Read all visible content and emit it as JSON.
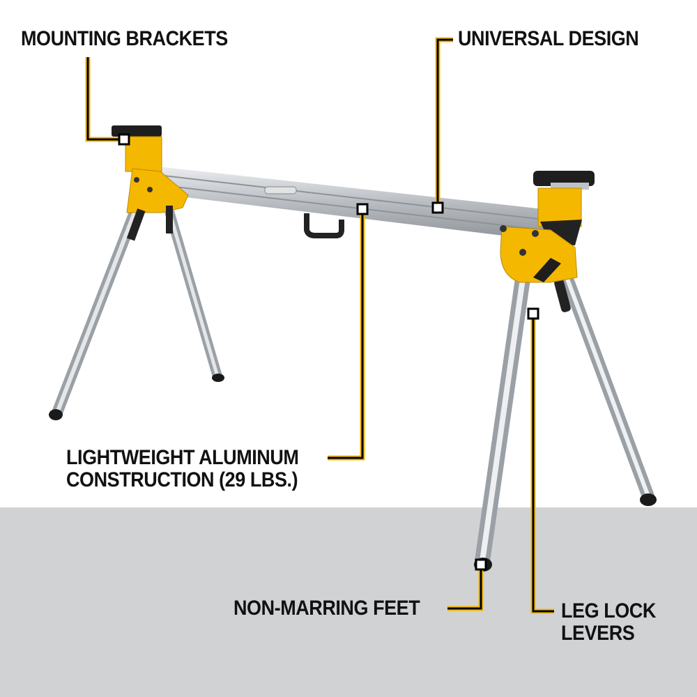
{
  "product": {
    "colors": {
      "accent": "#f5b800",
      "callout_line": "#000000",
      "floor": "#d1d2d4",
      "aluminum": "#c9ccd0"
    }
  },
  "callouts": [
    {
      "lines": [
        "MOUNTING BRACKETS"
      ]
    },
    {
      "lines": [
        "UNIVERSAL DESIGN"
      ]
    },
    {
      "lines": [
        "LIGHTWEIGHT ALUMINUM",
        "CONSTRUCTION (29 LBS.)"
      ]
    },
    {
      "lines": [
        "NON-MARRING FEET"
      ]
    },
    {
      "lines": [
        "LEG LOCK",
        "LEVERS"
      ]
    }
  ]
}
